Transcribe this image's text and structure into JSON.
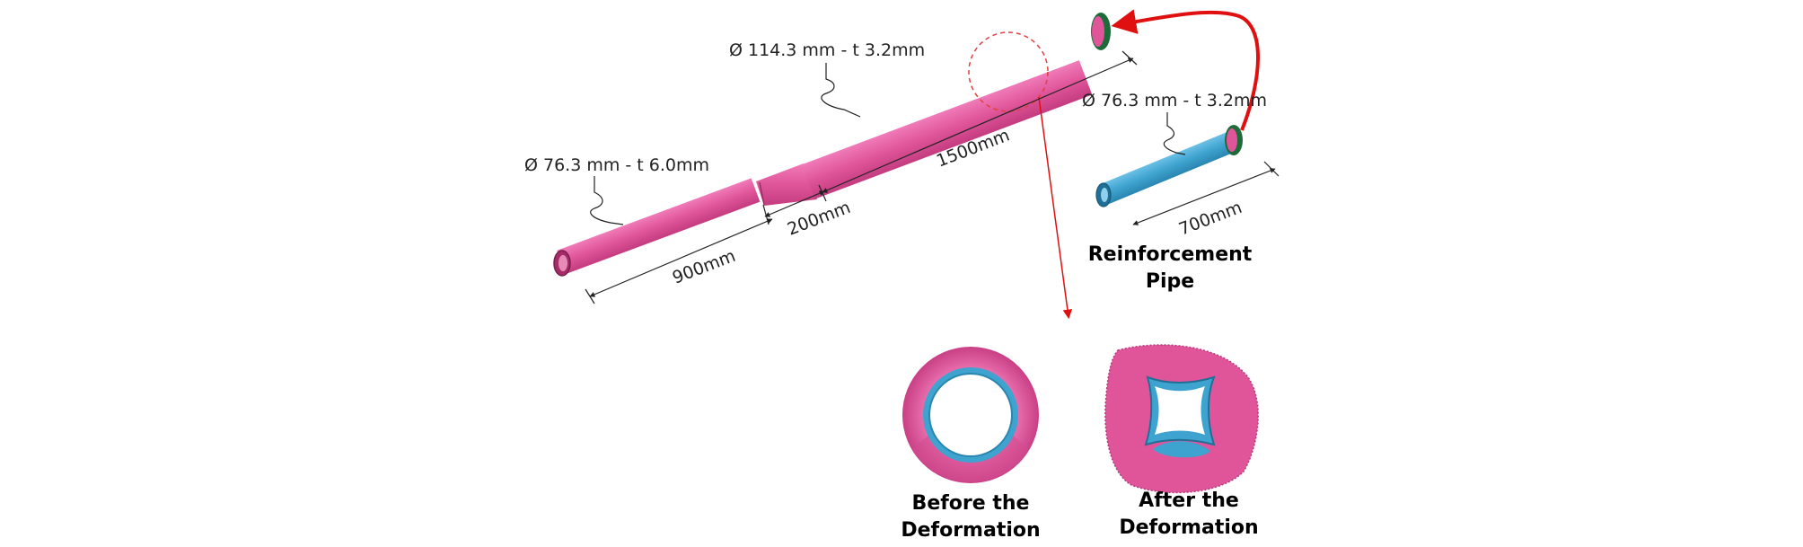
{
  "labels": {
    "main_large_dia": "Ø 114.3 mm - t 3.2mm",
    "main_small_dia": "Ø 76.3 mm - t 6.0mm",
    "reinf_dia": "Ø 76.3 mm - t 3.2mm",
    "len_900": "900mm",
    "len_200": "200mm",
    "len_1500": "1500mm",
    "len_700": "700mm"
  },
  "captions": {
    "reinforcement_line1": "Reinforcement",
    "reinforcement_line2": "Pipe",
    "before_line1": "Before the",
    "before_line2": "Deformation",
    "after_line1": "After the",
    "after_line2": "Deformation"
  },
  "colors": {
    "main_pipe": "#e0559a",
    "main_pipe_shade": "#c93f85",
    "reinforcement_pipe": "#3ea3cf",
    "flange": "#1e6b3a",
    "arrow": "#e01010",
    "dimension": "#222222"
  }
}
